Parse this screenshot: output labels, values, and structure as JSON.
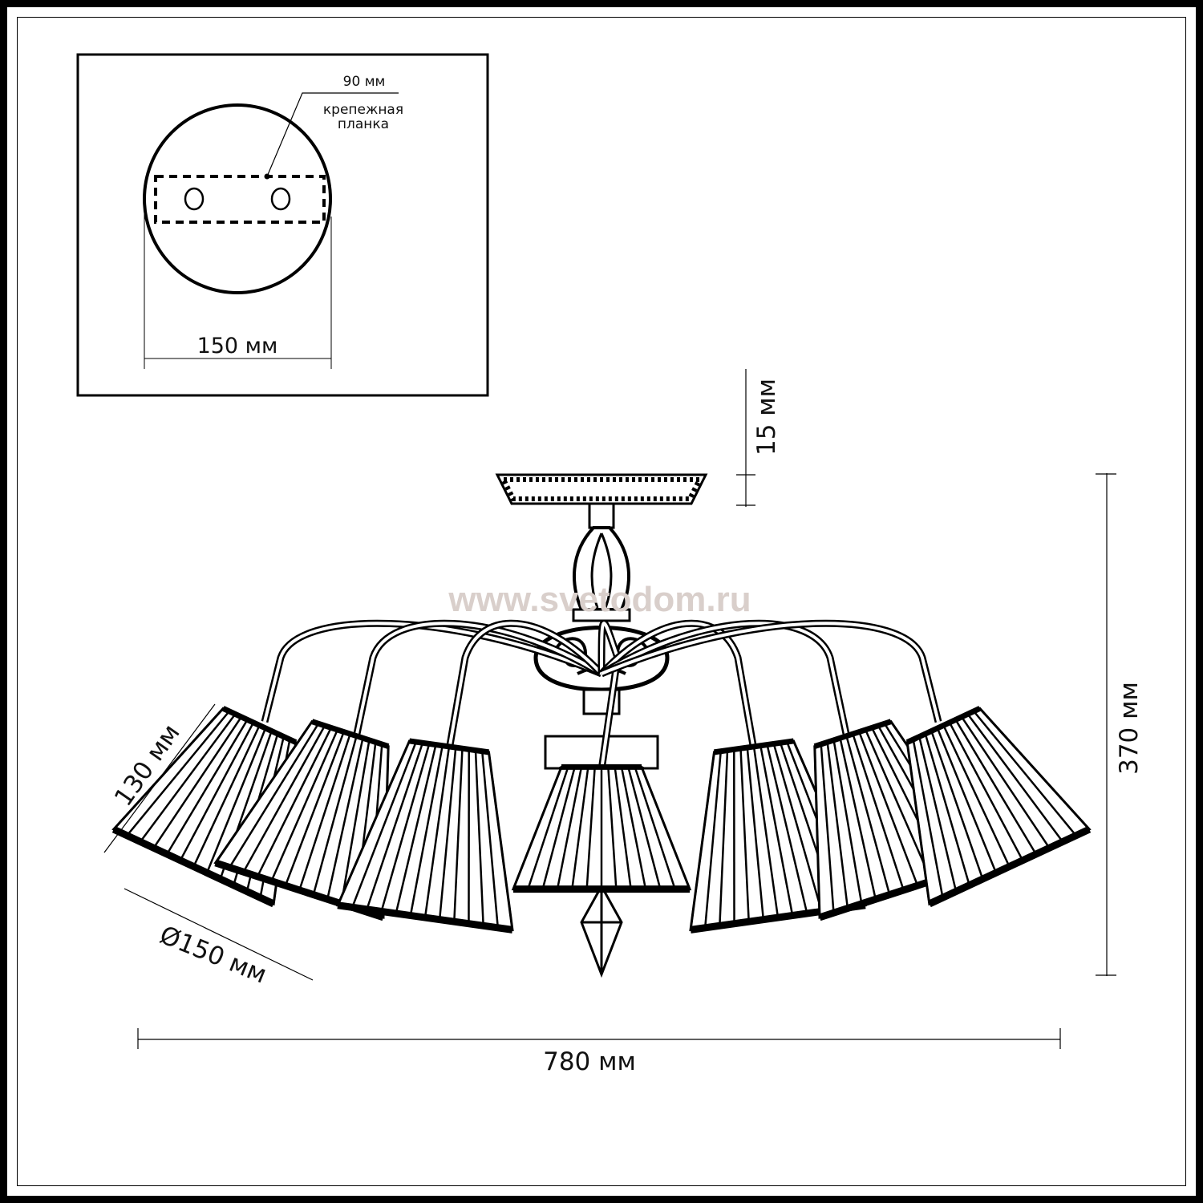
{
  "inset": {
    "bracket_width": "90 мм",
    "bracket_label_line1": "крепежная",
    "bracket_label_line2": "планка",
    "canopy_diameter": "150 мм"
  },
  "dimensions": {
    "canopy_height": "15 мм",
    "total_height": "370 мм",
    "total_width": "780 мм",
    "shade_height": "130 мм",
    "shade_diameter": "Ø150 мм"
  },
  "watermark": "www.svetodom.ru",
  "colors": {
    "line": "#000000",
    "watermark": "#d9cfcb"
  }
}
